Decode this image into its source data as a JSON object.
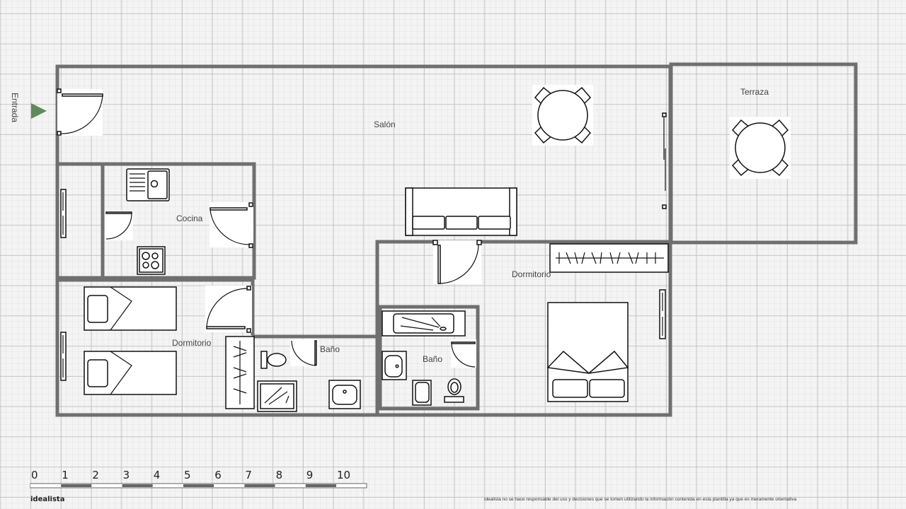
{
  "rooms": {
    "entrance": "Entrada",
    "living": "Salón",
    "terrace": "Terraza",
    "kitchen": "Cocina",
    "bedroom_left": "Dormitorio",
    "bathroom_left": "Baño",
    "bedroom_right": "Dormitorio",
    "bathroom_right": "Baño"
  },
  "scale": {
    "labels": [
      "0",
      "1",
      "2",
      "3",
      "4",
      "5",
      "6",
      "7",
      "8",
      "9",
      "10"
    ],
    "unit_colors": [
      "#ffffff",
      "#666666"
    ]
  },
  "footer": {
    "brand": "idealista",
    "disclaimer": "idealista no se hace responsable del uso y decisiones que se tomen utilizando la información contenida en esta plantilla ya que es meramente orientativa"
  },
  "colors": {
    "wall": "#6f6f6f",
    "entrance_arrow": "#5f8a5a",
    "grid_major": "#bdbdbd",
    "grid_minor": "#dedede"
  }
}
